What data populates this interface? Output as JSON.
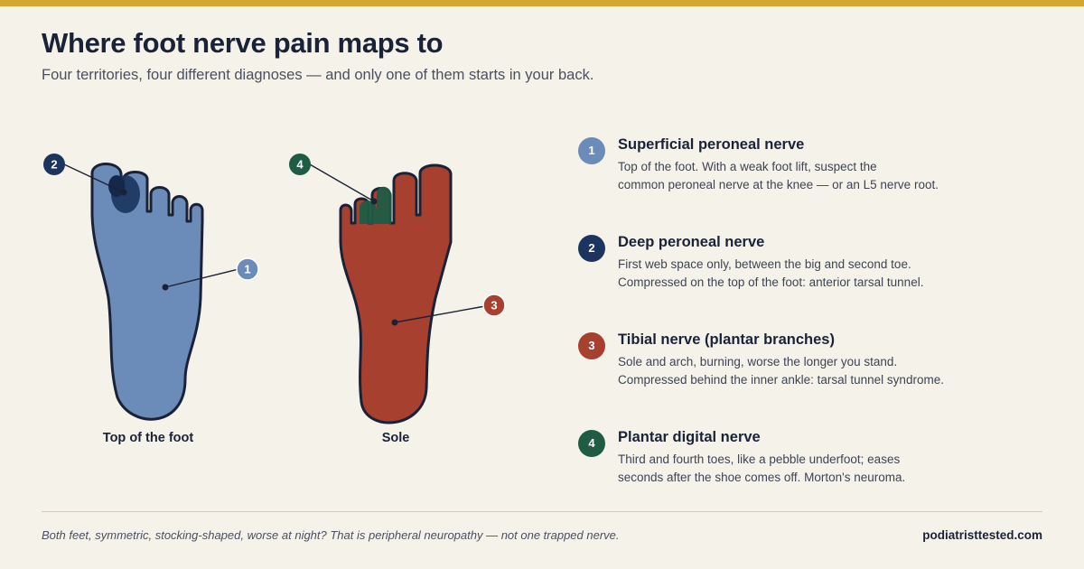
{
  "header": {
    "title": "Where foot nerve pain maps to",
    "subtitle": "Four territories, four different diagnoses — and only one of them starts in your back."
  },
  "feet": {
    "top_label": "Top of the foot",
    "sole_label": "Sole"
  },
  "colors": {
    "accent_bar": "#d4a82c",
    "superficial_peroneal": "#6b8cb8",
    "deep_peroneal": "#1b3560",
    "tibial": "#a8402f",
    "plantar_digital": "#1f5c45"
  },
  "legend": [
    {
      "number": "1",
      "title": "Superficial peroneal nerve",
      "line1": "Top of the foot. With a weak foot lift, suspect the",
      "line2": "common peroneal nerve at the knee — or an L5 nerve root."
    },
    {
      "number": "2",
      "title": "Deep peroneal nerve",
      "line1": "First web space only, between the big and second toe.",
      "line2": "Compressed on the top of the foot: anterior tarsal tunnel."
    },
    {
      "number": "3",
      "title": "Tibial nerve (plantar branches)",
      "line1": "Sole and arch, burning, worse the longer you stand.",
      "line2": "Compressed behind the inner ankle: tarsal tunnel syndrome."
    },
    {
      "number": "4",
      "title": "Plantar digital nerve",
      "line1": "Third and fourth toes, like a pebble underfoot; eases",
      "line2": "seconds after the shoe comes off. Morton's neuroma."
    }
  ],
  "footer": {
    "note": "Both feet, symmetric, stocking-shaped, worse at night? That is peripheral neuropathy — not one trapped nerve.",
    "brand": "podiatristtested.com"
  }
}
